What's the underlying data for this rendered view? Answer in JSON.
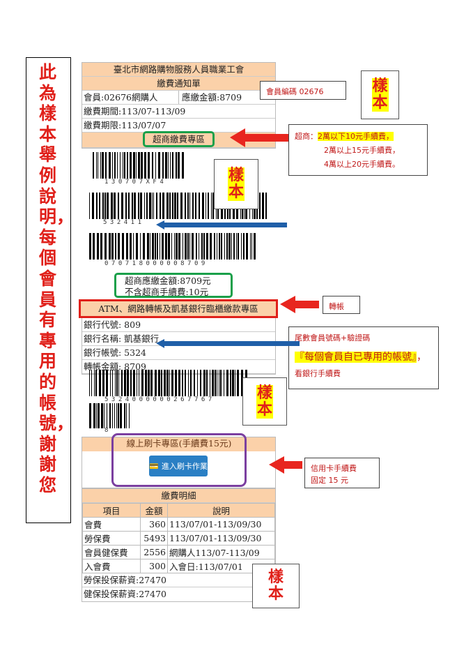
{
  "side_note": "此為樣本舉例說明，每個會員有專用的帳號，謝謝您",
  "notice": {
    "union_name": "臺北市網路購物服務人員職業工會",
    "title": "繳費通知單",
    "member": "會員:02676網購人",
    "amount_due": "應繳金額:8709",
    "period": "繳費期間:113/07-113/09",
    "deadline": "繳費期限:113/07/07",
    "store_section": "超商繳費專區",
    "barcodes": [
      {
        "digits": "130707XF4"
      },
      {
        "digits": "532411"
      },
      {
        "digits": "070718000008709"
      }
    ],
    "store_amount": "超商應繳金額:8709元",
    "store_fee_note": "不含超商手續費:10元",
    "atm_section": "ATM、網路轉帳及凱基銀行臨櫃繳款專區",
    "bank_code": "銀行代號: 809",
    "bank_name": "銀行名稱: 凱基銀行",
    "bank_account": "銀行帳號: 5324",
    "transfer_amount": "轉帳金額: 8709",
    "bank_barcodes": [
      {
        "digits": "5324000000267767"
      },
      {
        "digits": "8"
      }
    ],
    "card_section": "線上刷卡專區(手續費15元)",
    "card_button": "進入刷卡作業",
    "details_title": "繳費明細",
    "columns": [
      "項目",
      "金額",
      "說明"
    ],
    "items": [
      {
        "name": "會費",
        "amount": "360",
        "desc": "113/07/01-113/09/30"
      },
      {
        "name": "勞保費",
        "amount": "5493",
        "desc": "113/07/01-113/09/30"
      },
      {
        "name": "會員健保費",
        "amount": "2556",
        "desc": "網購人113/07-113/09"
      },
      {
        "name": "入會費",
        "amount": "300",
        "desc": "入會日:113/07/01"
      }
    ],
    "labor_salary": "勞保投保薪資:27470",
    "health_salary": "健保投保薪資:27470"
  },
  "stamp_label": "樣本",
  "callouts": {
    "member_code": "會員編碼 02676",
    "store_fee_prefix": "超商：",
    "store_fee_lines": [
      "2萬以下10元手續費，",
      "2萬以上15元手續費，",
      "4萬以上20元手續費。"
    ],
    "transfer": "轉帳",
    "account_line1": "尾數會員號碼+驗證碼",
    "account_line2": "『每個會員自已專用的帳號』",
    "account_line2_suffix": "，",
    "account_line3": "看銀行手續費",
    "card_fee_line1": "信用卡手續費",
    "card_fee_line2": "固定 15 元"
  },
  "colors": {
    "red": "#e0201a",
    "peach": "#fbd1a9",
    "green": "#1aa04a",
    "purple": "#7b3fa0",
    "blue": "#1f5fa8",
    "yellow": "#ffff00"
  },
  "icons": [
    "arrow-left-red-icon",
    "arrow-left-blue-icon",
    "card-icon"
  ]
}
